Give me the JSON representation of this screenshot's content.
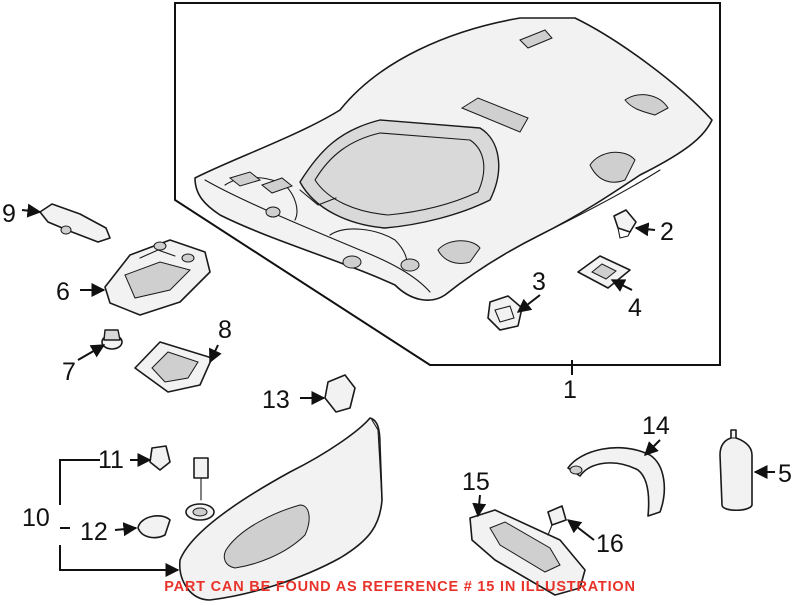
{
  "callouts": [
    "1",
    "2",
    "3",
    "4",
    "5",
    "6",
    "7",
    "8",
    "9",
    "10",
    "11",
    "12",
    "13",
    "14",
    "15",
    "16"
  ],
  "notice": {
    "text": "PART CAN BE FOUND AS REFERENCE # 15 IN ILLUSTRATION",
    "color": "#e8322a"
  }
}
